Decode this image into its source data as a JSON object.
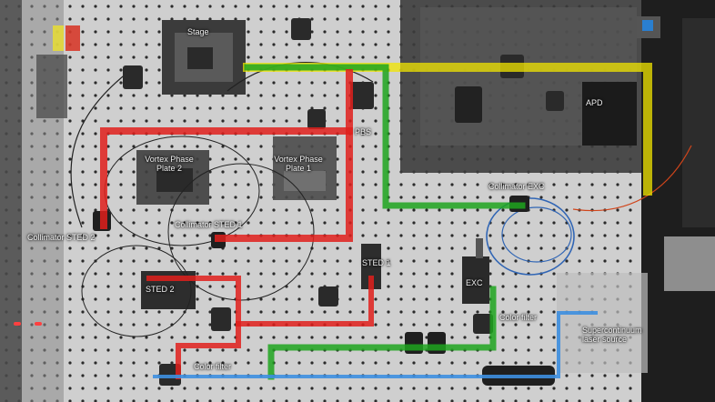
{
  "labels": {
    "stage": "Stage",
    "apd": "APD",
    "pbs": "PBS",
    "vortex_phase_plate_1": "Vortex Phase Plate 1",
    "vortex_phase_plate_2": "Vortex Phase Plate 2",
    "collimator_sted_1": "Collimator STED 1",
    "collimator_sted_2": "Collimator STED 2",
    "collimator_exc": "Collimator EXC",
    "sted_1": "STED 1",
    "sted_2": "STED 2",
    "exc": "EXC",
    "color_filter_right": "Color filter",
    "color_filter_bottom": "Color filter",
    "supercontinuum_laser_source": "Supercontinuum laser source"
  },
  "beam_colors": {
    "detection": "#f2e600",
    "sted": "#e0201c",
    "excitation": "#1fa51f",
    "fiber_input": "#3d8fe0"
  }
}
